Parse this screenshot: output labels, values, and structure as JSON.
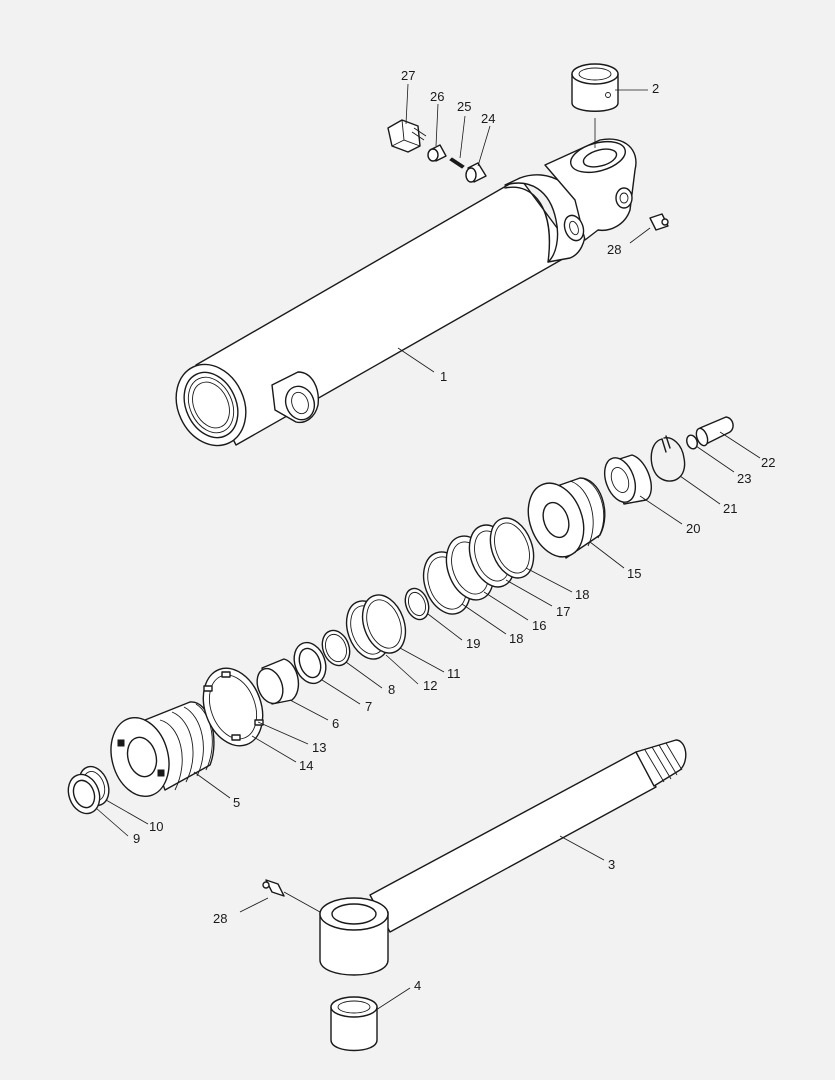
{
  "diagram": {
    "type": "exploded-parts-diagram",
    "callouts": [
      {
        "id": "c1",
        "label": "1"
      },
      {
        "id": "c2",
        "label": "2"
      },
      {
        "id": "c3",
        "label": "3"
      },
      {
        "id": "c4",
        "label": "4"
      },
      {
        "id": "c5",
        "label": "5"
      },
      {
        "id": "c6",
        "label": "6"
      },
      {
        "id": "c7",
        "label": "7"
      },
      {
        "id": "c8",
        "label": "8"
      },
      {
        "id": "c9",
        "label": "9"
      },
      {
        "id": "c10",
        "label": "10"
      },
      {
        "id": "c11",
        "label": "11"
      },
      {
        "id": "c12",
        "label": "12"
      },
      {
        "id": "c13",
        "label": "13"
      },
      {
        "id": "c14",
        "label": "14"
      },
      {
        "id": "c15",
        "label": "15"
      },
      {
        "id": "c16",
        "label": "16"
      },
      {
        "id": "c17",
        "label": "17"
      },
      {
        "id": "c18a",
        "label": "18"
      },
      {
        "id": "c18b",
        "label": "18"
      },
      {
        "id": "c19",
        "label": "19"
      },
      {
        "id": "c20",
        "label": "20"
      },
      {
        "id": "c21",
        "label": "21"
      },
      {
        "id": "c22",
        "label": "22"
      },
      {
        "id": "c23",
        "label": "23"
      },
      {
        "id": "c24",
        "label": "24"
      },
      {
        "id": "c25",
        "label": "25"
      },
      {
        "id": "c26",
        "label": "26"
      },
      {
        "id": "c27",
        "label": "27"
      },
      {
        "id": "c28a",
        "label": "28"
      },
      {
        "id": "c28b",
        "label": "28"
      }
    ]
  }
}
